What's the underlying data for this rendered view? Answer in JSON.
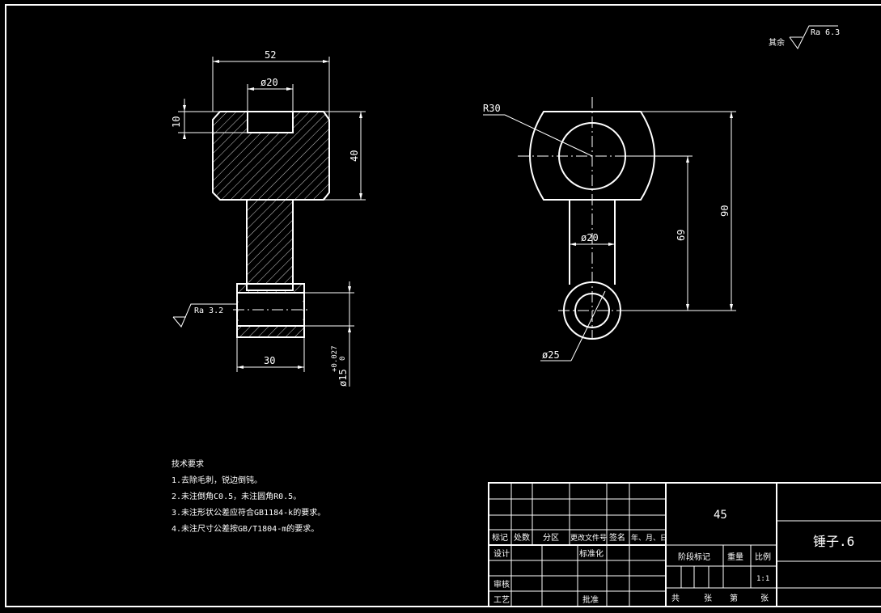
{
  "surface_finish": {
    "other_label": "其余",
    "other_value": "Ra 6.3",
    "bore_value": "Ra 3.2"
  },
  "dimensions": {
    "width_52": "52",
    "slot_dia": "ø20",
    "slot_depth": "10",
    "head_height": "40",
    "shank_length": "30",
    "pin_dia": "ø15",
    "pin_tol_upper": "+0.027",
    "pin_tol_lower": "0",
    "radius": "R30",
    "ring_dia": "ø20",
    "center_distance_69": "69",
    "overall_90": "90",
    "boss_dia": "ø25"
  },
  "tech_requirements": {
    "title": "技术要求",
    "items": [
      "1.去除毛刺，锐边倒钝。",
      "2.未注倒角C0.5，未注圆角R0.5。",
      "3.未注形状公差应符合GB1184-k的要求。",
      "4.未注尺寸公差按GB/T1804-m的要求。"
    ]
  },
  "title_block": {
    "material": "45",
    "part_name": "锤子.6",
    "header_cells": [
      "标记",
      "处数",
      "分区",
      "更改文件号",
      "签名",
      "年、月、日"
    ],
    "design": "设计",
    "standardization": "标准化",
    "review": "审核",
    "process": "工艺",
    "approve": "批准",
    "stage_mark": "阶段标记",
    "weight": "重量",
    "scale": "比例",
    "scale_value": "1:1",
    "total": "共",
    "sheet": "张",
    "number": "第",
    "sheet2": "张"
  }
}
